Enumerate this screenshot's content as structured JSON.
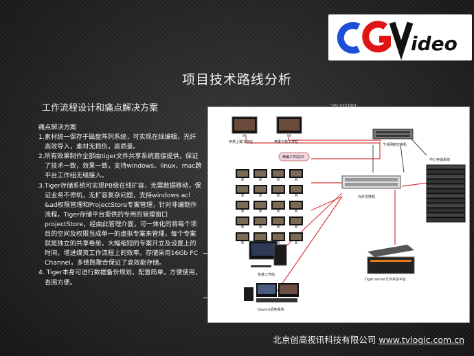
{
  "logo": {
    "text": "CGVideo"
  },
  "title": "项目技术路线分析",
  "subtitle": "工作流程设计和痛点解决方案",
  "flow_label": "流程图",
  "pain_points": {
    "heading": "痛点解决方案",
    "items": [
      "1.素材统一保存于磁盘阵列系统，可实现在线编辑，光纤高效导入，素材无损伤，高质量。",
      "2.所有效果制作全部由tiger文件共享系统直接提供，保证了技术一致，效果一致，支持windows、linux、mac跨平台工作组无缝接入。",
      "3.Tiger存储系统可实现PB级在线扩容，无需数据移动，保证业务不停机，无扩容复杂问题，支持windows acl &ad权限管理和ProjectStore专案管理，针对非编制作流程，Tiger存储平台提供的专用的管理窗口projectStore，经由此管理介面，可一体化的将每个项目的空间及权限当成单一的虚拟专案来管理，每个专案就是独立的共享卷册，大幅缩短的专案开立及设置上的时间，增进媒资工作流程上的效率。存储采用16Gb FC Channel，多链路聚合保证了高效能存储。",
      "4. Tiger本身可进行数据备份规划，配置简单，方便使用，查阅方便。"
    ]
  },
  "diagram": {
    "labels": {
      "mac_left": "苹果上载工作站",
      "mac_right": "苹果下载工作站",
      "gigabit_switch": "千兆网络交换机",
      "edit_ws": "精编工作站23",
      "fc_switch": "光纤交换机",
      "disk_array": "中心存储系统",
      "pack_ws": "包装工作站",
      "tiger_server": "Tiger server文件共享平台",
      "davinci": "Davinci调色系统"
    }
  },
  "footer": {
    "company": "北京创高视讯科技有限公司",
    "url": "www.tvlogic.com.cn"
  }
}
